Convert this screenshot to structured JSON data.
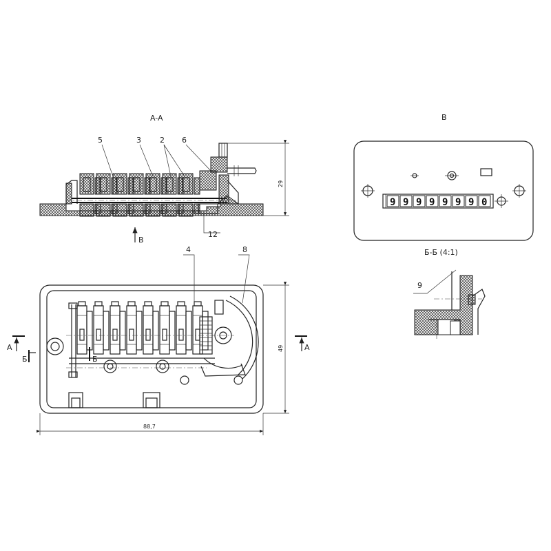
{
  "view_titles": {
    "section_aa": "A-A",
    "view_b": "B",
    "section_bb": "Б-Б (4:1)"
  },
  "callouts": {
    "c5": "5",
    "c3": "3",
    "c2": "2",
    "c6": "6",
    "c12": "12",
    "c4": "4",
    "c8": "8",
    "c9": "9"
  },
  "dimensions": {
    "height_29": "29",
    "height_49": "49",
    "width_88_7": "88,7"
  },
  "section_marks": {
    "a_left": "A",
    "a_right": "A",
    "b_left": "Б",
    "b_inner": "Б",
    "view_arrow_b": "B"
  },
  "counter_digits": [
    "9",
    "9",
    "9",
    "9",
    "9",
    "9",
    "9",
    "0"
  ]
}
